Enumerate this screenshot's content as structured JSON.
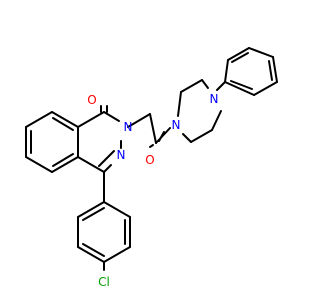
{
  "atoms": [
    {
      "id": "O1",
      "label": "O",
      "color": "#ff0000"
    },
    {
      "id": "N2",
      "label": "N",
      "color": "#0000ff"
    },
    {
      "id": "N3",
      "label": "N",
      "color": "#0000ff"
    },
    {
      "id": "O2",
      "label": "O",
      "color": "#ff0000"
    },
    {
      "id": "N4",
      "label": "N",
      "color": "#0000ff"
    },
    {
      "id": "N5",
      "label": "N",
      "color": "#0000ff"
    },
    {
      "id": "Cl",
      "label": "Cl",
      "color": "#00a000"
    }
  ],
  "colors": {
    "bond": "#000000",
    "background": "#ffffff"
  }
}
